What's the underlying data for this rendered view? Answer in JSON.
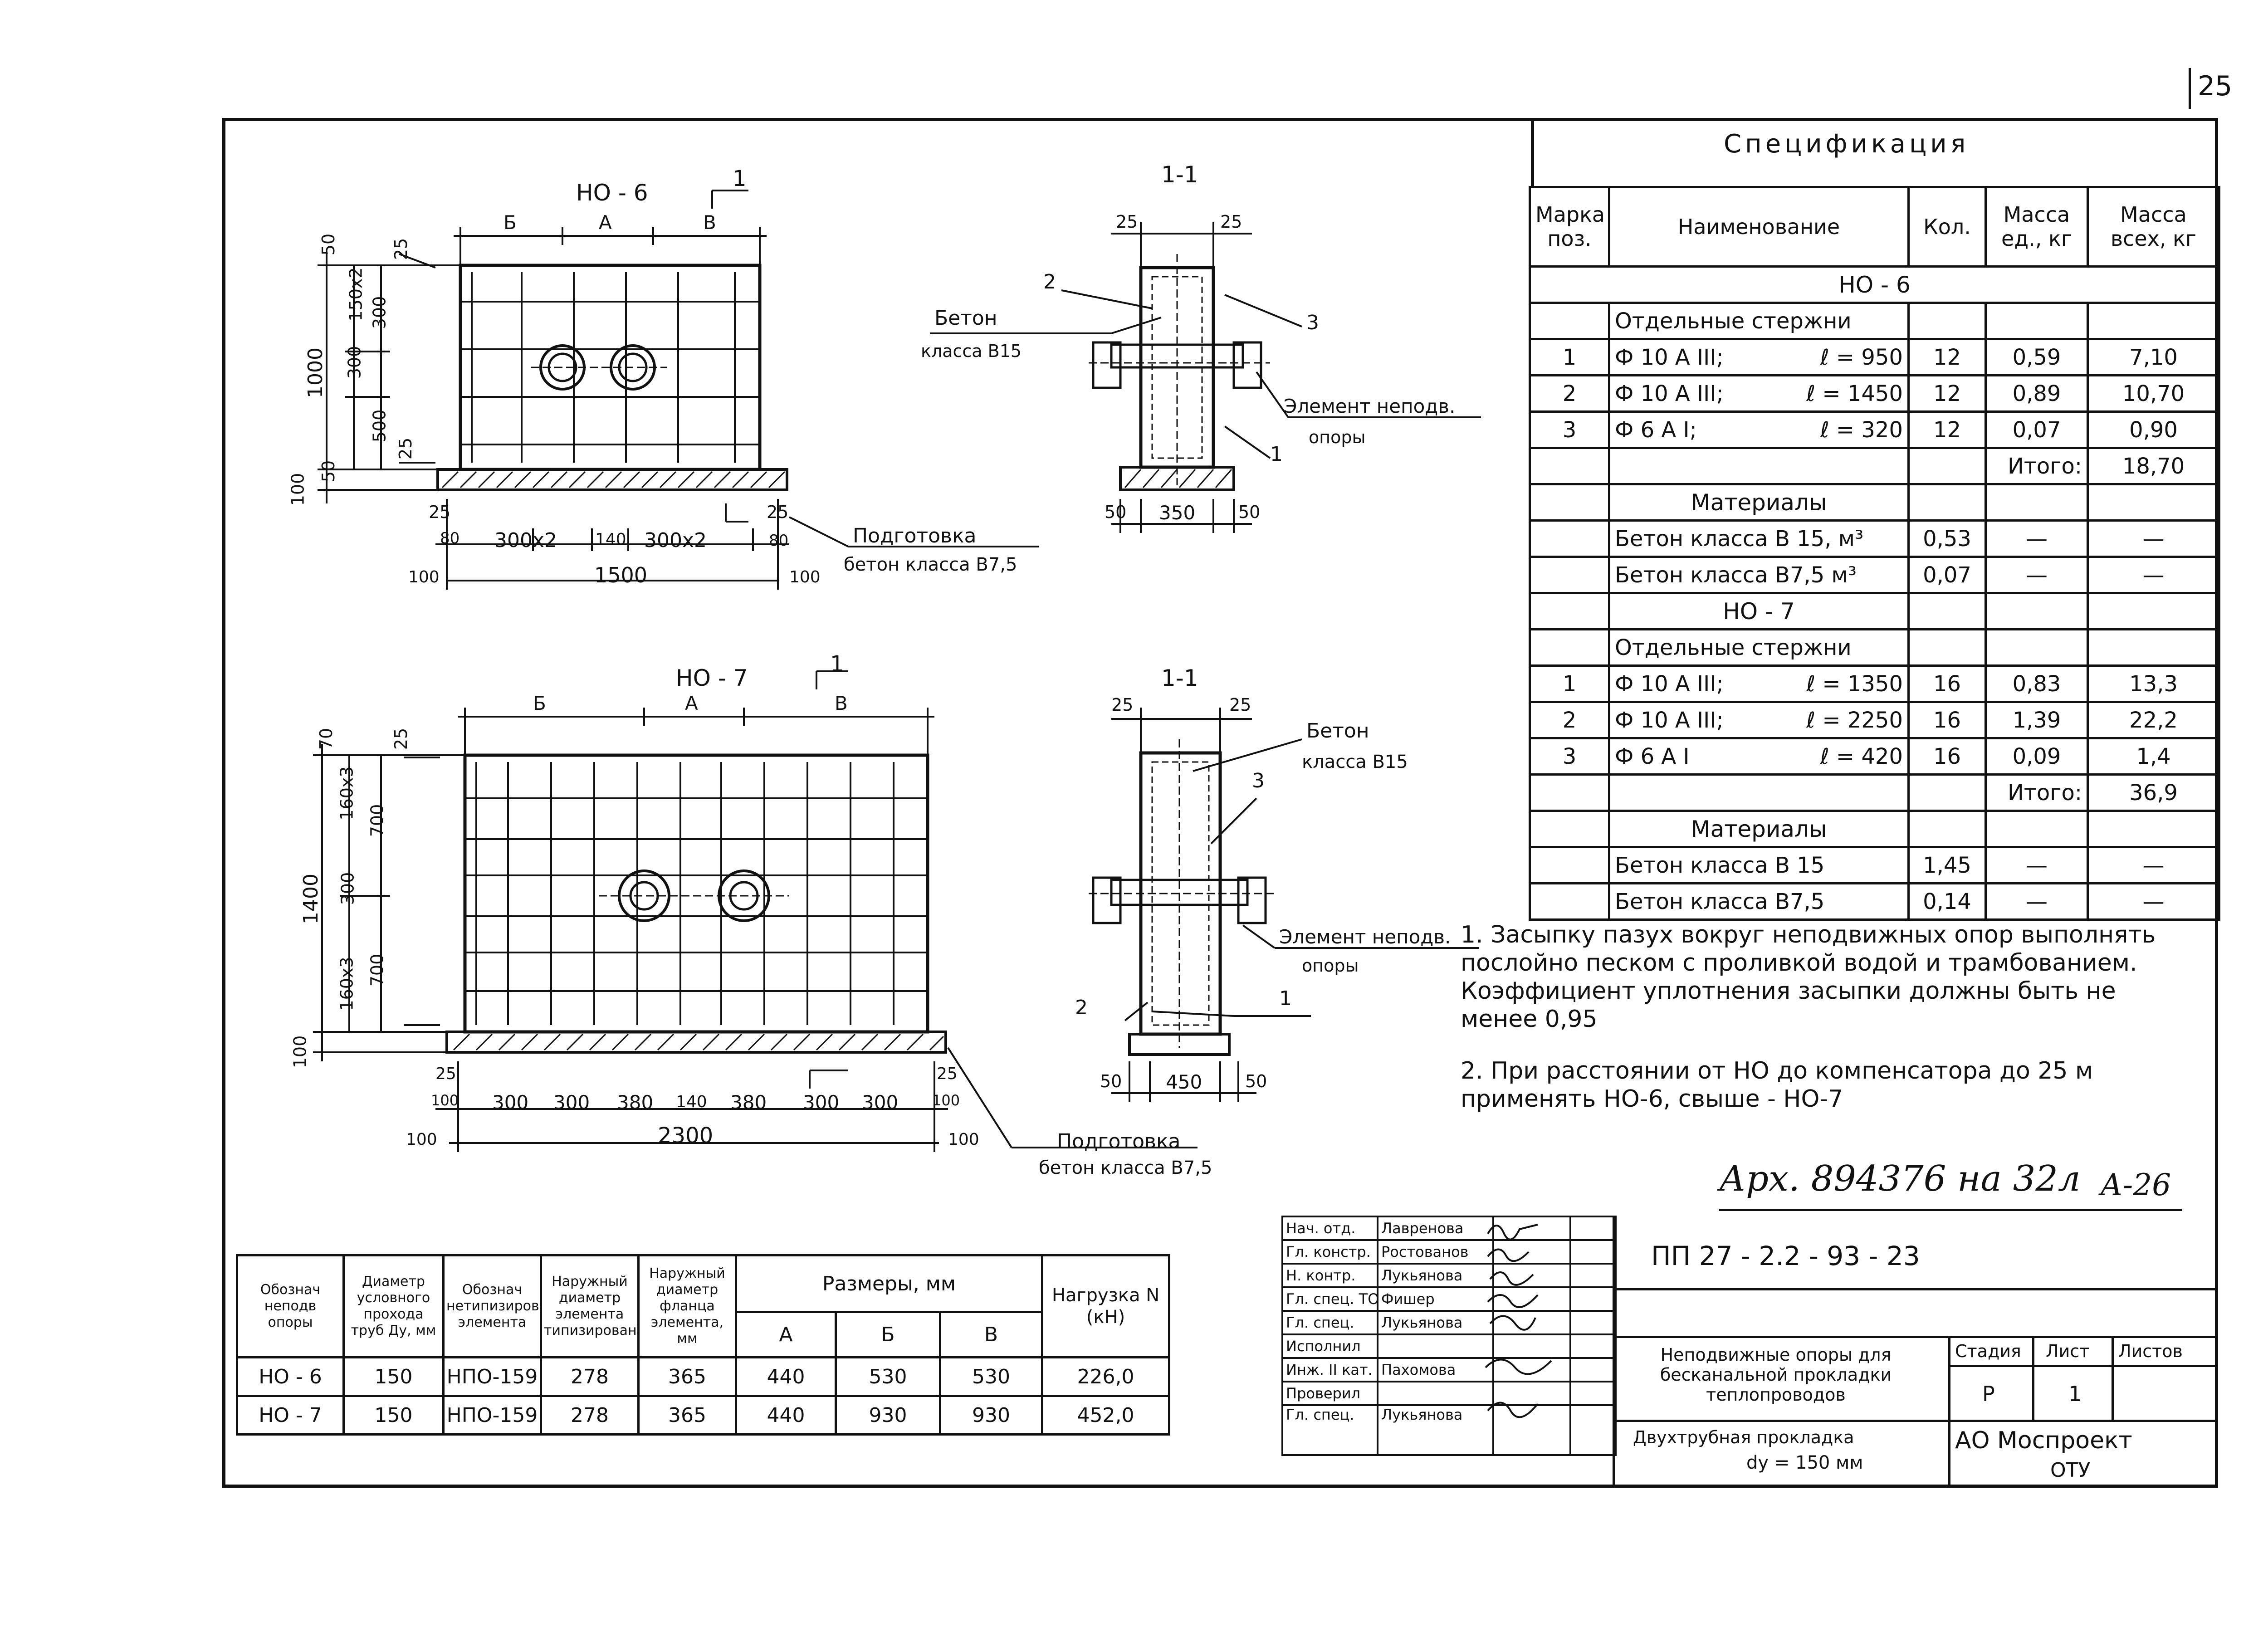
{
  "page_number": "25",
  "spec": {
    "title": "Спецификация",
    "headers": [
      "Марка поз.",
      "Наименование",
      "Кол.",
      "Масса ед., кг",
      "Масса всех, кг"
    ],
    "sections": [
      {
        "title": "НО - 6",
        "subtitle": "Отдельные стержни",
        "rows": [
          {
            "pos": "1",
            "name": "Ф 10 А III;",
            "len": "ℓ = 950",
            "qty": "12",
            "unit": "0,59",
            "total": "7,10"
          },
          {
            "pos": "2",
            "name": "Ф 10 А III;",
            "len": "ℓ = 1450",
            "qty": "12",
            "unit": "0,89",
            "total": "10,70"
          },
          {
            "pos": "3",
            "name": "Ф 6 А I;",
            "len": "ℓ = 320",
            "qty": "12",
            "unit": "0,07",
            "total": "0,90"
          }
        ],
        "total_label": "Итого:",
        "total": "18,70",
        "materials_title": "Материалы",
        "materials": [
          {
            "name": "Бетон класса В 15, м³",
            "qty": "0,53",
            "unit": "—",
            "total": "—"
          },
          {
            "name": "Бетон класса В7,5 м³",
            "qty": "0,07",
            "unit": "—",
            "total": "—"
          }
        ]
      },
      {
        "title": "НО - 7",
        "subtitle": "Отдельные стержни",
        "rows": [
          {
            "pos": "1",
            "name": "Ф 10 А III;",
            "len": "ℓ = 1350",
            "qty": "16",
            "unit": "0,83",
            "total": "13,3"
          },
          {
            "pos": "2",
            "name": "Ф 10 А III;",
            "len": "ℓ = 2250",
            "qty": "16",
            "unit": "1,39",
            "total": "22,2"
          },
          {
            "pos": "3",
            "name": "Ф 6 А I",
            "len": "ℓ = 420",
            "qty": "16",
            "unit": "0,09",
            "total": "1,4"
          }
        ],
        "total_label": "Итого:",
        "total": "36,9",
        "materials_title": "Материалы",
        "materials": [
          {
            "name": "Бетон класса В 15",
            "qty": "1,45",
            "unit": "—",
            "total": "—"
          },
          {
            "name": "Бетон класса В7,5",
            "qty": "0,14",
            "unit": "—",
            "total": "—"
          }
        ]
      }
    ]
  },
  "notes": [
    "1. Засыпку пазух вокруг неподвижных опор выполнять послойно песком с проливкой водой и трамбованием. Коэффициент уплотнения засыпки должны быть не менее 0,95",
    "2. При расстоянии от НО до компенсатора до 25 м применять НО-6, свыше - НО-7"
  ],
  "archive_note": "Арх. 894376 на 32л",
  "sheet_code": "А-26",
  "drawings": {
    "no6_plan": {
      "title": "НО - 6",
      "cut": "1",
      "dims_top": [
        "Б",
        "А",
        "В"
      ],
      "dims_left": [
        "50",
        "150x2",
        "300",
        "300",
        "500",
        "25",
        "50",
        "1000",
        "100",
        "25"
      ],
      "dims_bottom": [
        "25",
        "80",
        "300x2",
        "140",
        "300x2",
        "25",
        "80",
        "100",
        "1500",
        "100"
      ],
      "label1": "Подготовка",
      "label2": "бетон класса В7,5"
    },
    "no6_sec": {
      "title": "1-1",
      "d_top_l": "25",
      "d_top_r": "25",
      "d_bot": [
        "50",
        "350",
        "50"
      ],
      "callouts": [
        "2",
        "3",
        "1"
      ],
      "beton1": "Бетон",
      "beton2": "класса В15",
      "elem1": "Элемент неподв.",
      "elem2": "опоры"
    },
    "no7_plan": {
      "title": "НО - 7",
      "cut": "1",
      "dims_top": [
        "Б",
        "А",
        "В"
      ],
      "dims_left": [
        "70",
        "160x3",
        "700",
        "300",
        "1400",
        "160x3",
        "700",
        "25",
        "100"
      ],
      "dims_bottom": [
        "25",
        "100",
        "300",
        "300",
        "380",
        "140",
        "380",
        "300",
        "300",
        "25",
        "100",
        "100",
        "2300",
        "100"
      ],
      "label1": "Подготовка",
      "label2": "бетон класса В7,5"
    },
    "no7_sec": {
      "title": "1-1",
      "d_top_l": "25",
      "d_top_r": "25",
      "d_bot": [
        "50",
        "450",
        "50"
      ],
      "callouts": [
        "3",
        "2",
        "1"
      ],
      "beton1": "Бетон",
      "beton2": "класса В15",
      "elem1": "Элемент неподв.",
      "elem2": "опоры"
    }
  },
  "sizes_table": {
    "headers": [
      "Обознач неподв опоры",
      "Диаметр условного прохода труб Ду, мм",
      "Обознач нетипизирован элемента",
      "Наружный диаметр элемента типизирован",
      "Наружный диаметр фланца элемента, мм",
      "Размеры, мм",
      "Нагрузка N (кН)"
    ],
    "sub": [
      "А",
      "Б",
      "В"
    ],
    "rows": [
      [
        "НО - 6",
        "150",
        "НПО-159",
        "278",
        "365",
        "440",
        "530",
        "530",
        "226,0"
      ],
      [
        "НО - 7",
        "150",
        "НПО-159",
        "278",
        "365",
        "440",
        "930",
        "930",
        "452,0"
      ]
    ]
  },
  "title_block": {
    "signers": [
      {
        "role": "Нач. отд.",
        "name": "Лавренова"
      },
      {
        "role": "Гл. констр.",
        "name": "Ростованов"
      },
      {
        "role": "Н. контр.",
        "name": "Лукьянова"
      },
      {
        "role": "Гл. спец. ТО",
        "name": "Фишер"
      },
      {
        "role": "Гл. спец.",
        "name": "Лукьянова"
      },
      {
        "role": "Исполнил",
        "name": ""
      },
      {
        "role": "Инж. II кат.",
        "name": "Пахомова"
      },
      {
        "role": "Проверил",
        "name": ""
      },
      {
        "role": "Гл. спец.",
        "name": "Лукьянова"
      }
    ],
    "doc_code": "ПП 27 - 2.2 - 93 - 23",
    "description": "Неподвижные опоры для бесканальной прокладки теплопроводов",
    "subdesc1": "Двухтрубная прокладка",
    "subdesc2": "dу = 150 мм",
    "stage_label": "Стадия",
    "sheet_label": "Лист",
    "sheets_label": "Листов",
    "stage": "Р",
    "sheet": "1",
    "org1": "АО Моспроект",
    "org2": "ОТУ"
  }
}
